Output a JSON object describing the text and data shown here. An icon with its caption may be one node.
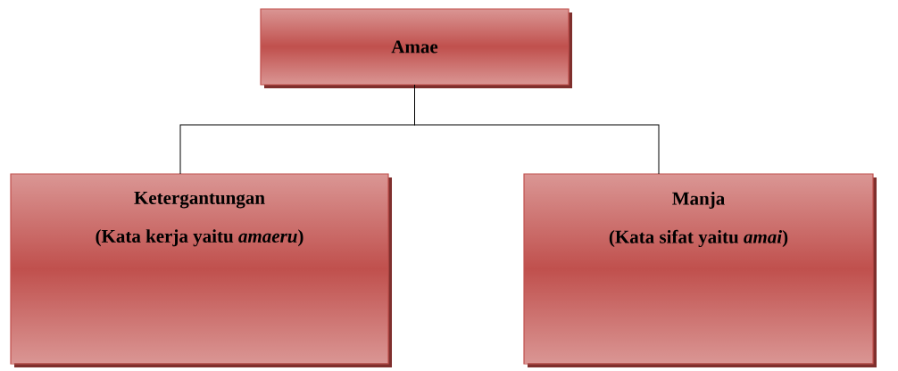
{
  "diagram": {
    "nodes": [
      {
        "text": [
          "Amae"
        ]
      },
      {
        "text": [
          "Ketergantungan",
          "(Kata kerja yaitu *amaeru*)"
        ]
      },
      {
        "text": [
          "Manja",
          "(Kata sifat yaitu *amai*)"
        ]
      }
    ],
    "edges": [
      {
        "from": 0,
        "to": 1,
        "arrow": "none"
      },
      {
        "from": 0,
        "to": 2,
        "arrow": "none"
      }
    ]
  }
}
